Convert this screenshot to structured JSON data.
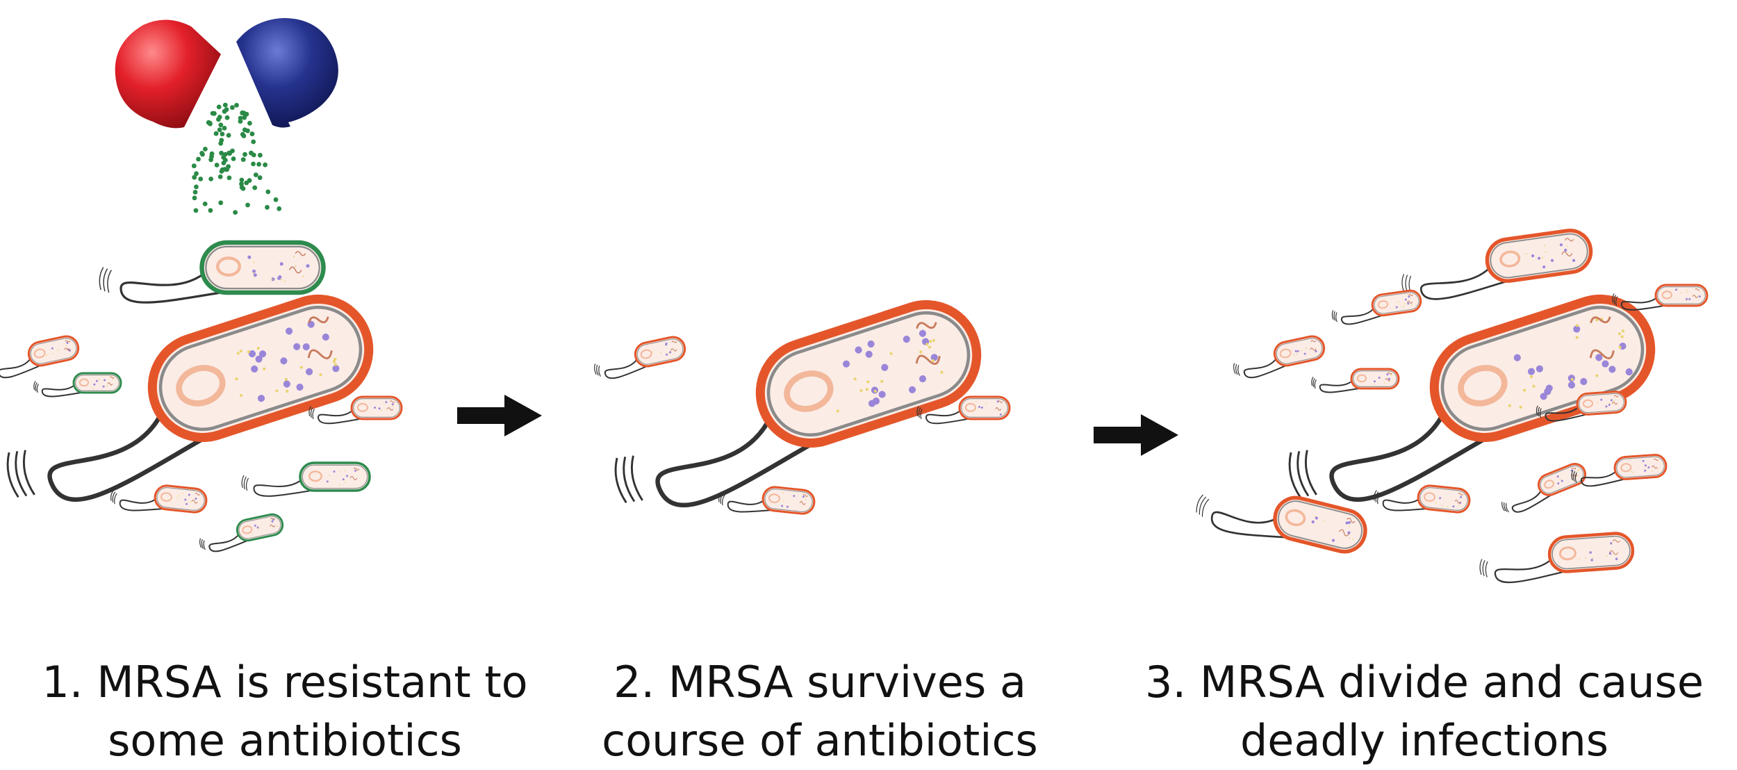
{
  "steps": [
    {
      "line1": "1.  MRSA is resistant to",
      "line2": "some antibiotics"
    },
    {
      "line1": "2.  MRSA survives a",
      "line2": "course of antibiotics"
    },
    {
      "line1": "3.  MRSA divide and cause",
      "line2": "deadly infections"
    }
  ],
  "colors": {
    "resistant_membrane": "#e4562a",
    "susceptible_membrane": "#2e8b4e",
    "cell_fill": "#fbece6",
    "nucleoid": "#f3b79a",
    "granule": "#9a86d8",
    "capsule_red": "#e3202a",
    "capsule_blue": "#25338e",
    "antibiotic_dots": "#2a8a46",
    "flagellum": "#333333",
    "arrow": "#111111"
  },
  "icons": [
    "antibiotic-capsule-icon",
    "arrow-right-icon",
    "bacterium-icon"
  ]
}
